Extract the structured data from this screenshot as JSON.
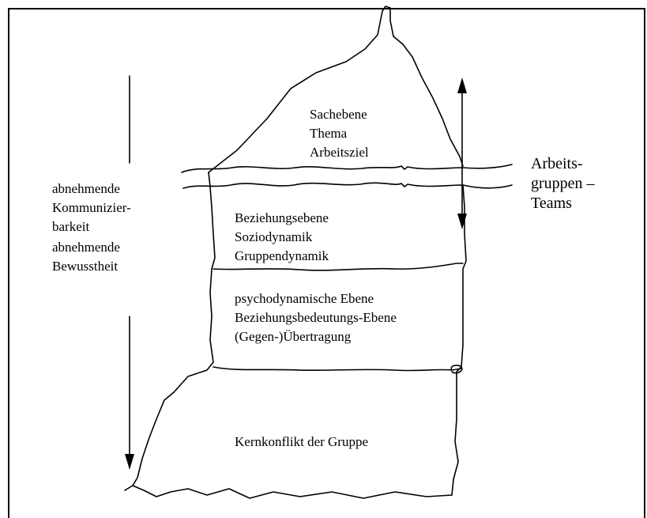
{
  "layers": {
    "tip": [
      "Sachebene",
      "Thema",
      "Arbeitsziel"
    ],
    "second": [
      "Beziehungsebene",
      "Soziodynamik",
      "Gruppendynamik"
    ],
    "third": [
      "psychodynamische Ebene",
      "Beziehungsbedeutungs-Ebene",
      "(Gegen-)Übertragung"
    ],
    "core": [
      "Kernkonflikt der Gruppe"
    ]
  },
  "left_labels": {
    "communicability": [
      "abnehmende",
      "Kommunizier-",
      "barkeit"
    ],
    "awareness": [
      "abnehmende",
      "Bewusstheit"
    ]
  },
  "right_label": [
    "Arbeits-",
    "gruppen –",
    "Teams"
  ],
  "colors": {
    "ink": "#000000",
    "background": "#ffffff"
  }
}
